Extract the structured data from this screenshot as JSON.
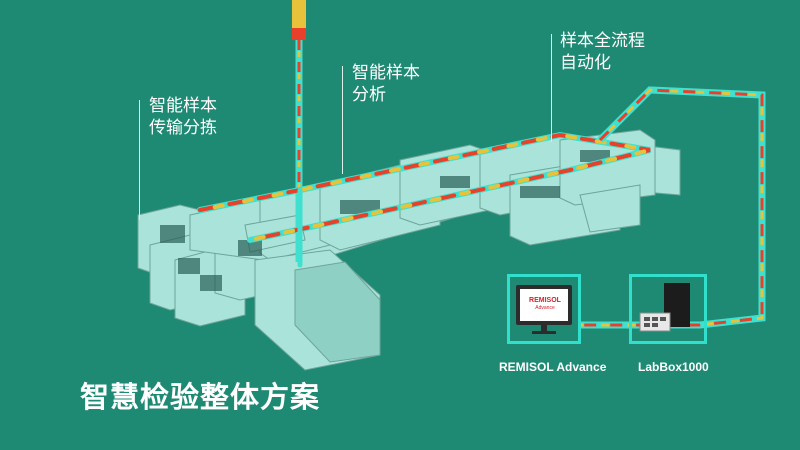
{
  "labels": {
    "transport": [
      "智能样本",
      "传输分拣"
    ],
    "analysis": [
      "智能样本",
      "分析"
    ],
    "fullflow": [
      "样本全流程",
      "自动化"
    ]
  },
  "devices": {
    "remisol": {
      "caption": "REMISOL Advance",
      "screen_logo": "REMISOL",
      "screen_sub": "Advance"
    },
    "labbox": {
      "caption": "LabBox1000"
    }
  },
  "title": "智慧检验整体方案",
  "colors": {
    "background": "#1f8a73",
    "track": "#3fe0cf",
    "dash_red": "#e8402a",
    "dash_yellow": "#e7c23a",
    "box_border": "#30e0cc",
    "machine": "#a9e3d9"
  }
}
